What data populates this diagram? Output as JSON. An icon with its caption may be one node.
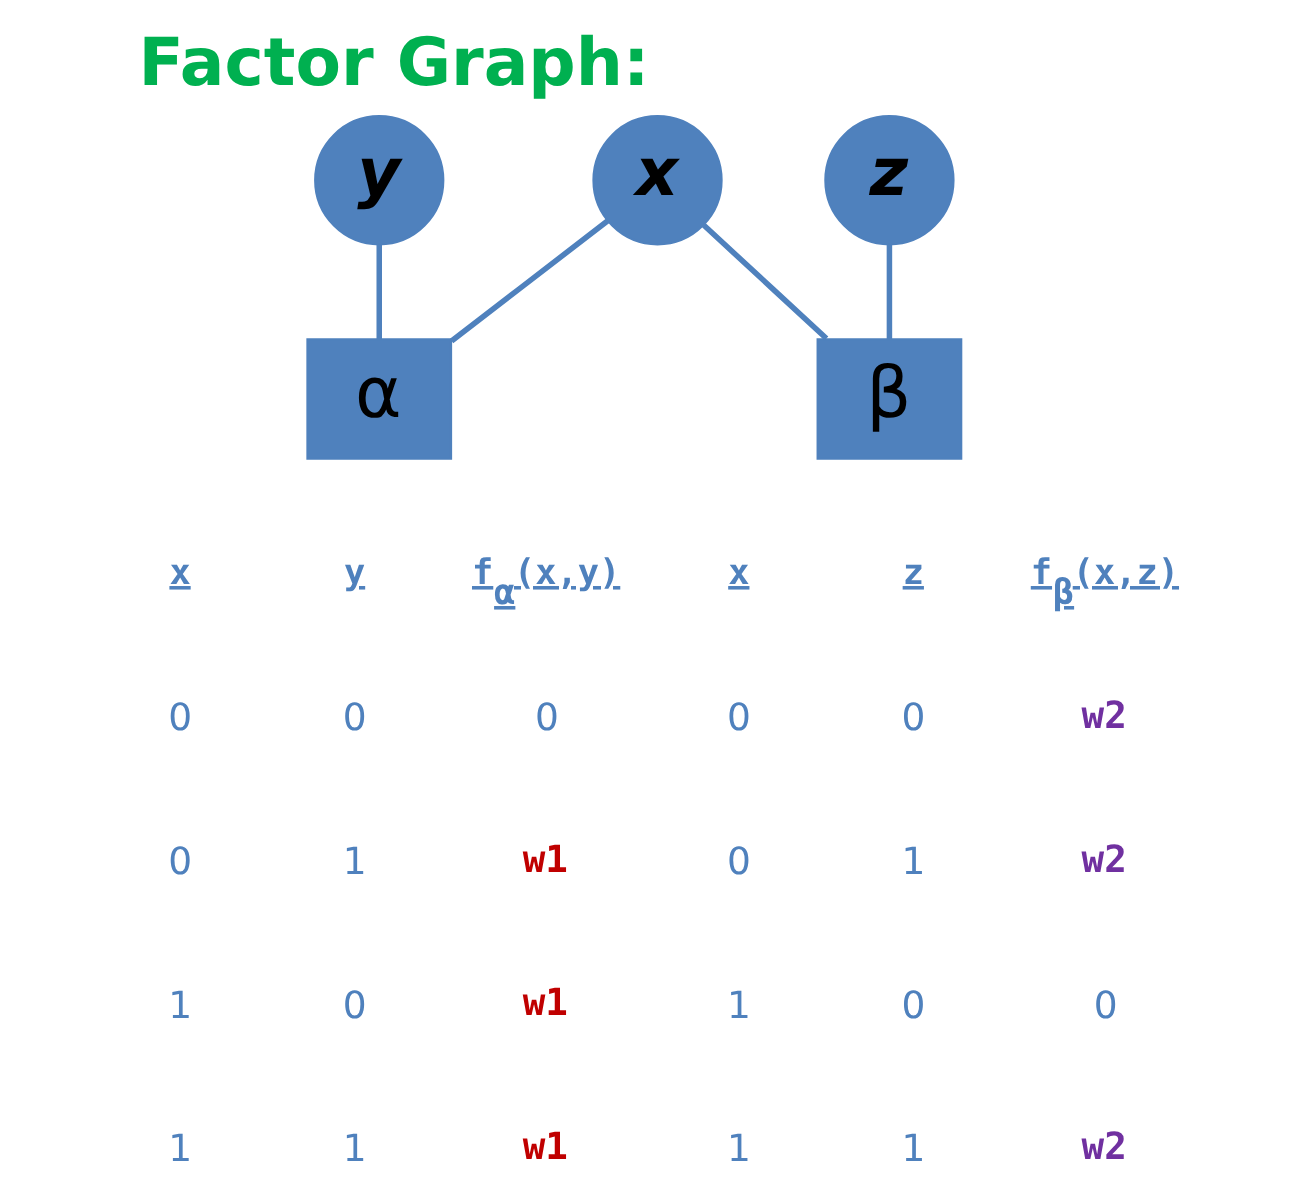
{
  "diagram": {
    "title": "Factor Graph:",
    "nodes": [
      {
        "text": [
          "x"
        ]
      },
      {
        "text": [
          "y"
        ]
      },
      {
        "text": [
          "z"
        ]
      },
      {
        "text": [
          "α"
        ]
      },
      {
        "text": [
          "β"
        ]
      }
    ],
    "edges": [
      {
        "from": 0,
        "to": 3,
        "arrow": "none"
      },
      {
        "from": 1,
        "to": 3,
        "arrow": "none"
      },
      {
        "from": 0,
        "to": 4,
        "arrow": "none"
      },
      {
        "from": 2,
        "to": 4,
        "arrow": "none"
      }
    ],
    "labels": [
      "x",
      "y",
      "f$_{α}$(x,y)",
      "0",
      "0",
      "0",
      "0",
      "1",
      "w1",
      "1",
      "0",
      "w1",
      "1",
      "1",
      "w1",
      "x",
      "z",
      "f$_{β}$(x,z)",
      "0",
      "0",
      "w2",
      "0",
      "1",
      "w2",
      "1",
      "0",
      "0",
      "1",
      "1",
      "w2"
    ]
  }
}
